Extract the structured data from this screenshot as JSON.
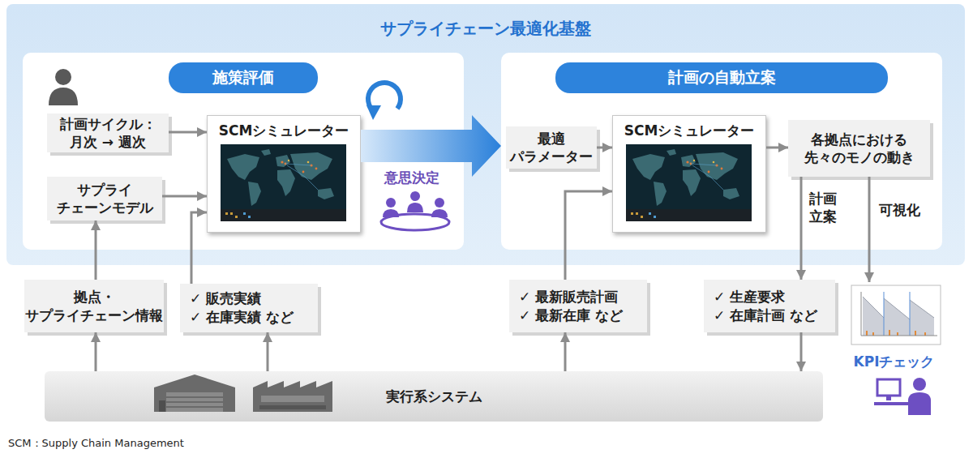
{
  "diagram": {
    "caption": "SCM：Supply Chain Management",
    "nodes": [
      {
        "text": [
          "サプライチェーン最適化基盤"
        ]
      },
      {
        "text": [
          "施策評価"
        ],
        "in": 0
      },
      {
        "text": [
          "計画サイクル： 月次 → 週次"
        ],
        "in": 1
      },
      {
        "text": [
          "サプライ チェーンモデル"
        ],
        "in": 1
      },
      {
        "text": [
          "SCMシミュレーター"
        ],
        "in": 1
      },
      {
        "text": [
          "計画の自動立案"
        ],
        "in": 0
      },
      {
        "text": [
          "最適 パラメーター"
        ],
        "in": 5
      },
      {
        "text": [
          "SCMシミュレーター"
        ],
        "in": 5
      },
      {
        "text": [
          "各拠点における 先々のモノの動き"
        ],
        "in": 5
      },
      {
        "text": [
          "拠点・ サプライチェーン情報"
        ]
      },
      {
        "text": [
          "✓ 販売実績",
          "✓ 在庫実績 など"
        ]
      },
      {
        "text": [
          "✓ 最新販売計画",
          "✓ 最新在庫 など"
        ]
      },
      {
        "text": [
          "✓ 生産要求",
          "✓ 在庫計画 など"
        ]
      },
      {
        "text": [
          "実行系システム"
        ]
      },
      {
        "text": [
          "KPIチェック"
        ]
      }
    ],
    "edges": [
      {
        "from": 2,
        "to": 4,
        "arrow": "to"
      },
      {
        "from": 3,
        "to": 4,
        "arrow": "to"
      },
      {
        "from": 9,
        "to": 3,
        "arrow": "to"
      },
      {
        "from": 10,
        "to": 4,
        "arrow": "to"
      },
      {
        "from": 13,
        "to": 9,
        "arrow": "to"
      },
      {
        "from": 13,
        "to": 10,
        "arrow": "to"
      },
      {
        "from": 4,
        "to": 5,
        "arrow": "to"
      },
      {
        "from": 6,
        "to": 7,
        "arrow": "to"
      },
      {
        "from": 11,
        "to": 7,
        "arrow": "to"
      },
      {
        "from": 13,
        "to": 11,
        "arrow": "to"
      },
      {
        "from": 7,
        "to": 8,
        "arrow": "to"
      },
      {
        "from": 8,
        "to": 12,
        "label": "計画 立案",
        "arrow": "to"
      },
      {
        "from": 12,
        "to": 13,
        "arrow": "to"
      },
      {
        "from": 8,
        "to": 14,
        "label": "可視化",
        "arrow": "to"
      }
    ],
    "labels": [
      "意思決定"
    ]
  }
}
